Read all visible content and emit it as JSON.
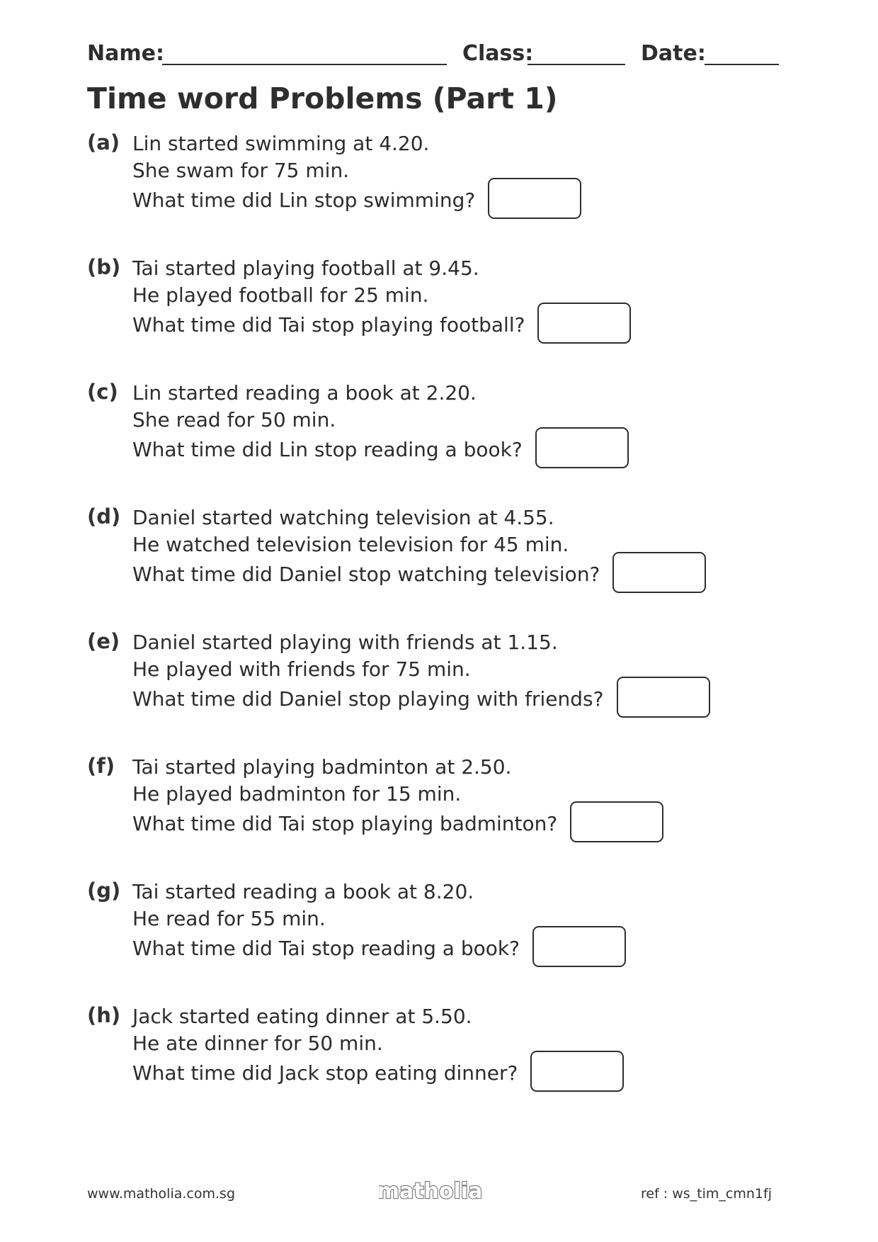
{
  "header": {
    "name_label": "Name:",
    "class_label": "Class:",
    "date_label": "Date:"
  },
  "title": "Time word Problems (Part 1)",
  "questions": [
    {
      "letter": "(a)",
      "lines": [
        "Lin started swimming at 4.20.",
        "She swam for 75 min.",
        "What time did Lin stop swimming?"
      ]
    },
    {
      "letter": "(b)",
      "lines": [
        "Tai started playing football at 9.45.",
        "He played football for 25 min.",
        "What time did Tai stop playing football?"
      ]
    },
    {
      "letter": "(c)",
      "lines": [
        "Lin started reading a book at 2.20.",
        "She read for 50 min.",
        "What time did Lin stop reading a book?"
      ]
    },
    {
      "letter": "(d)",
      "lines": [
        "Daniel started watching television at 4.55.",
        "He watched television television for 45 min.",
        "What time did Daniel stop watching television?"
      ]
    },
    {
      "letter": "(e)",
      "lines": [
        "Daniel started playing with friends at 1.15.",
        "He played with friends for 75 min.",
        "What time did Daniel stop playing with friends?"
      ]
    },
    {
      "letter": "(f)",
      "lines": [
        "Tai started playing badminton at 2.50.",
        "He played badminton for 15 min.",
        "What time did Tai stop playing badminton?"
      ]
    },
    {
      "letter": "(g)",
      "lines": [
        "Tai started reading a book at 8.20.",
        "He read for 55 min.",
        "What time did Tai stop reading a book?"
      ]
    },
    {
      "letter": "(h)",
      "lines": [
        "Jack started eating dinner at 5.50.",
        "He ate dinner for 50 min.",
        "What time did Jack stop eating dinner?"
      ]
    }
  ],
  "footer": {
    "website": "www.matholia.com.sg",
    "logo_text": "matholia",
    "ref": "ref : ws_tim_cmn1fj"
  }
}
